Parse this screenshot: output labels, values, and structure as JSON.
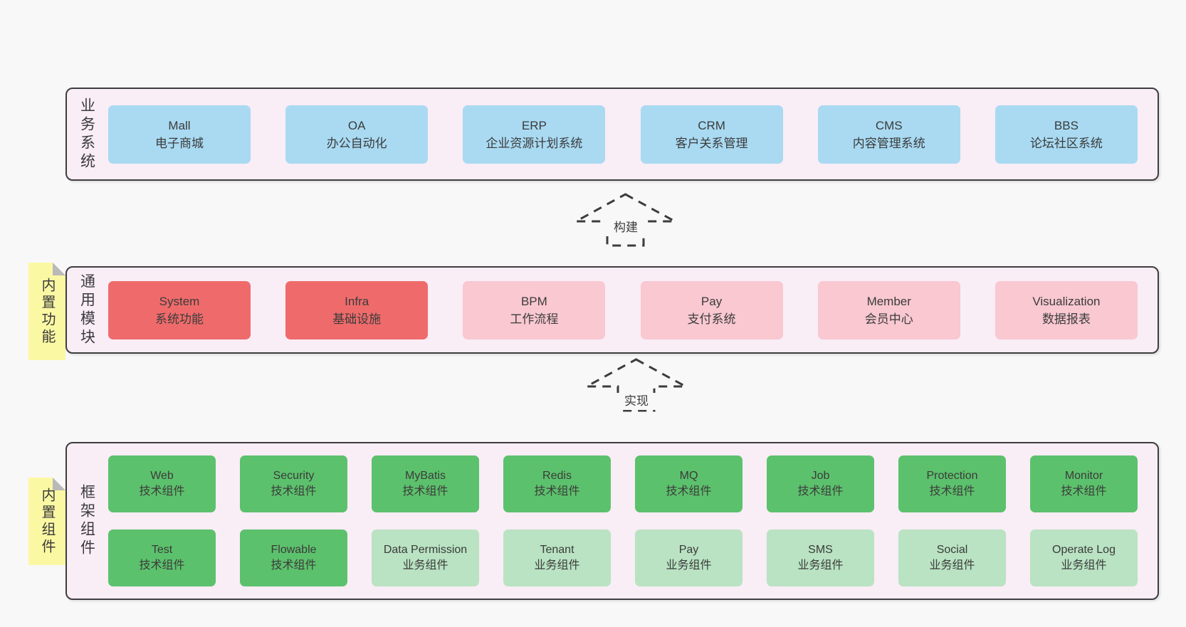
{
  "canvas": {
    "bg": "#f8f8f8"
  },
  "colors": {
    "container_bg": "#f9edf6",
    "container_border": "#3e3e3e",
    "node_blue": "#a9daf2",
    "node_red": "#ef6b6b",
    "node_pink": "#f9c8d1",
    "node_green": "#5cc16c",
    "node_green_light": "#b9e3c2",
    "sticky_yellow": "#fbf8a3",
    "fold_gray": "#b9b9b9",
    "text": "#3b3b3b",
    "arrow_dash": "#3c3c3c"
  },
  "layers": {
    "business": {
      "label": "业务系统",
      "boxes": [
        {
          "name": "Mall",
          "desc": "电子商城"
        },
        {
          "name": "OA",
          "desc": "办公自动化"
        },
        {
          "name": "ERP",
          "desc": "企业资源计划系统"
        },
        {
          "name": "CRM",
          "desc": "客户关系管理"
        },
        {
          "name": "CMS",
          "desc": "内容管理系统"
        },
        {
          "name": "BBS",
          "desc": "论坛社区系统"
        }
      ]
    },
    "modules": {
      "label": "通用模块",
      "sticky": "内置功能",
      "boxes": [
        {
          "name": "System",
          "desc": "系统功能",
          "variant": "red"
        },
        {
          "name": "Infra",
          "desc": "基础设施",
          "variant": "red"
        },
        {
          "name": "BPM",
          "desc": "工作流程",
          "variant": "pink"
        },
        {
          "name": "Pay",
          "desc": "支付系统",
          "variant": "pink"
        },
        {
          "name": "Member",
          "desc": "会员中心",
          "variant": "pink"
        },
        {
          "name": "Visualization",
          "desc": "数据报表",
          "variant": "pink"
        }
      ]
    },
    "components": {
      "label": "框架组件",
      "sticky": "内置组件",
      "row1": [
        {
          "name": "Web",
          "desc": "技术组件",
          "variant": "green"
        },
        {
          "name": "Security",
          "desc": "技术组件",
          "variant": "green"
        },
        {
          "name": "MyBatis",
          "desc": "技术组件",
          "variant": "green"
        },
        {
          "name": "Redis",
          "desc": "技术组件",
          "variant": "green"
        },
        {
          "name": "MQ",
          "desc": "技术组件",
          "variant": "green"
        },
        {
          "name": "Job",
          "desc": "技术组件",
          "variant": "green"
        },
        {
          "name": "Protection",
          "desc": "技术组件",
          "variant": "green"
        },
        {
          "name": "Monitor",
          "desc": "技术组件",
          "variant": "green"
        }
      ],
      "row2": [
        {
          "name": "Test",
          "desc": "技术组件",
          "variant": "green"
        },
        {
          "name": "Flowable",
          "desc": "技术组件",
          "variant": "green"
        },
        {
          "name": "Data Permission",
          "desc": "业务组件",
          "variant": "green-light"
        },
        {
          "name": "Tenant",
          "desc": "业务组件",
          "variant": "green-light"
        },
        {
          "name": "Pay",
          "desc": "业务组件",
          "variant": "green-light"
        },
        {
          "name": "SMS",
          "desc": "业务组件",
          "variant": "green-light"
        },
        {
          "name": "Social",
          "desc": "业务组件",
          "variant": "green-light"
        },
        {
          "name": "Operate Log",
          "desc": "业务组件",
          "variant": "green-light"
        }
      ]
    }
  },
  "arrows": {
    "build": "构建",
    "implement": "实现"
  }
}
